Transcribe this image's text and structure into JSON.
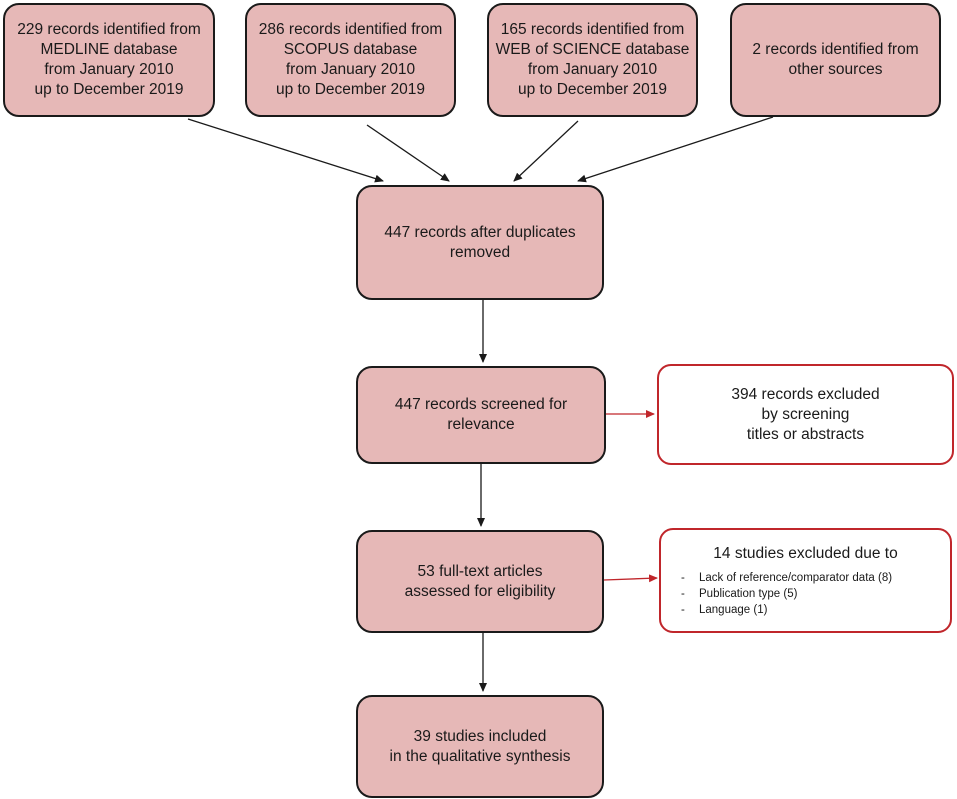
{
  "sources": [
    {
      "id": "medline",
      "text": "229 records identified from\nMEDLINE database\nfrom January 2010\nup to December 2019"
    },
    {
      "id": "scopus",
      "text": "286 records identified from\nSCOPUS database\nfrom January 2010\nup to December 2019"
    },
    {
      "id": "wos",
      "text": "165 records identified from\nWEB of SCIENCE database\nfrom January 2010\nup to December 2019"
    },
    {
      "id": "other",
      "text": "2 records identified from\nother sources"
    }
  ],
  "flow": {
    "duplicates_removed": "447 records after duplicates\nremoved",
    "screened": "447 records screened for\nrelevance",
    "full_text": "53 full-text articles\nassessed for eligibility",
    "included": "39 studies included\nin the qualitative synthesis"
  },
  "exclusions": {
    "screening": "394 records excluded\nby screening\ntitles or abstracts",
    "eligibility_heading": "14 studies excluded due to",
    "eligibility_reasons": [
      {
        "bullet": "-",
        "text": "Lack of reference/comparator data (8)"
      },
      {
        "bullet": "-",
        "text": "Publication type (5)"
      },
      {
        "bullet": "-",
        "text": "Language (1)"
      }
    ]
  },
  "colors": {
    "box_fill": "#e6b8b7",
    "box_border": "#1a1a1a",
    "exclusion_border": "#c0262b",
    "arrow_main": "#1a1a1a",
    "arrow_exclusion": "#c0262b"
  }
}
